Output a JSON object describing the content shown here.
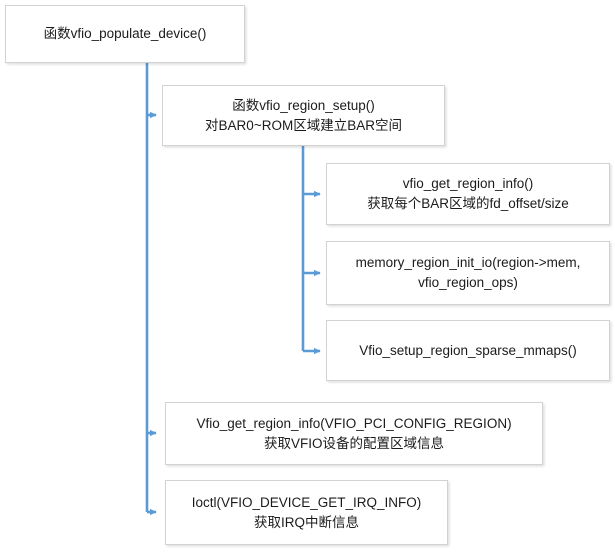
{
  "diagram": {
    "title_node": "函数vfio_populate_device()",
    "background_color": "#ffffff",
    "edge_color": "#5b9bd5",
    "node_border_color": "#d2d2d2",
    "node_fill_color": "#ffffff",
    "text_color": "#1b1b1b",
    "nodes": [
      {
        "id": "vfio-populate-device",
        "lines": [
          "函数vfio_populate_device()"
        ]
      },
      {
        "id": "vfio-region-setup",
        "lines": [
          "函数vfio_region_setup()",
          "对BAR0~ROM区域建立BAR空间"
        ]
      },
      {
        "id": "vfio-get-region-info",
        "lines": [
          "vfio_get_region_info()",
          "获取每个BAR区域的fd_offset/size"
        ]
      },
      {
        "id": "memory-region-init-io",
        "lines": [
          "memory_region_init_io(region->mem,",
          "vfio_region_ops)"
        ]
      },
      {
        "id": "vfio-setup-region-sparse-mmaps",
        "lines": [
          "Vfio_setup_region_sparse_mmaps()"
        ]
      },
      {
        "id": "vfio-get-region-info-config",
        "lines": [
          "Vfio_get_region_info(VFIO_PCI_CONFIG_REGION)",
          "获取VFIO设备的配置区域信息"
        ]
      },
      {
        "id": "ioctl-get-irq-info",
        "lines": [
          "Ioctl(VFIO_DEVICE_GET_IRQ_INFO)",
          "获取IRQ中断信息"
        ]
      }
    ],
    "edges": [
      {
        "from": "vfio-populate-device",
        "to": "vfio-region-setup"
      },
      {
        "from": "vfio-populate-device",
        "to": "vfio-get-region-info-config"
      },
      {
        "from": "vfio-populate-device",
        "to": "ioctl-get-irq-info"
      },
      {
        "from": "vfio-region-setup",
        "to": "vfio-get-region-info"
      },
      {
        "from": "vfio-region-setup",
        "to": "memory-region-init-io"
      },
      {
        "from": "vfio-region-setup",
        "to": "vfio-setup-region-sparse-mmaps"
      }
    ]
  }
}
